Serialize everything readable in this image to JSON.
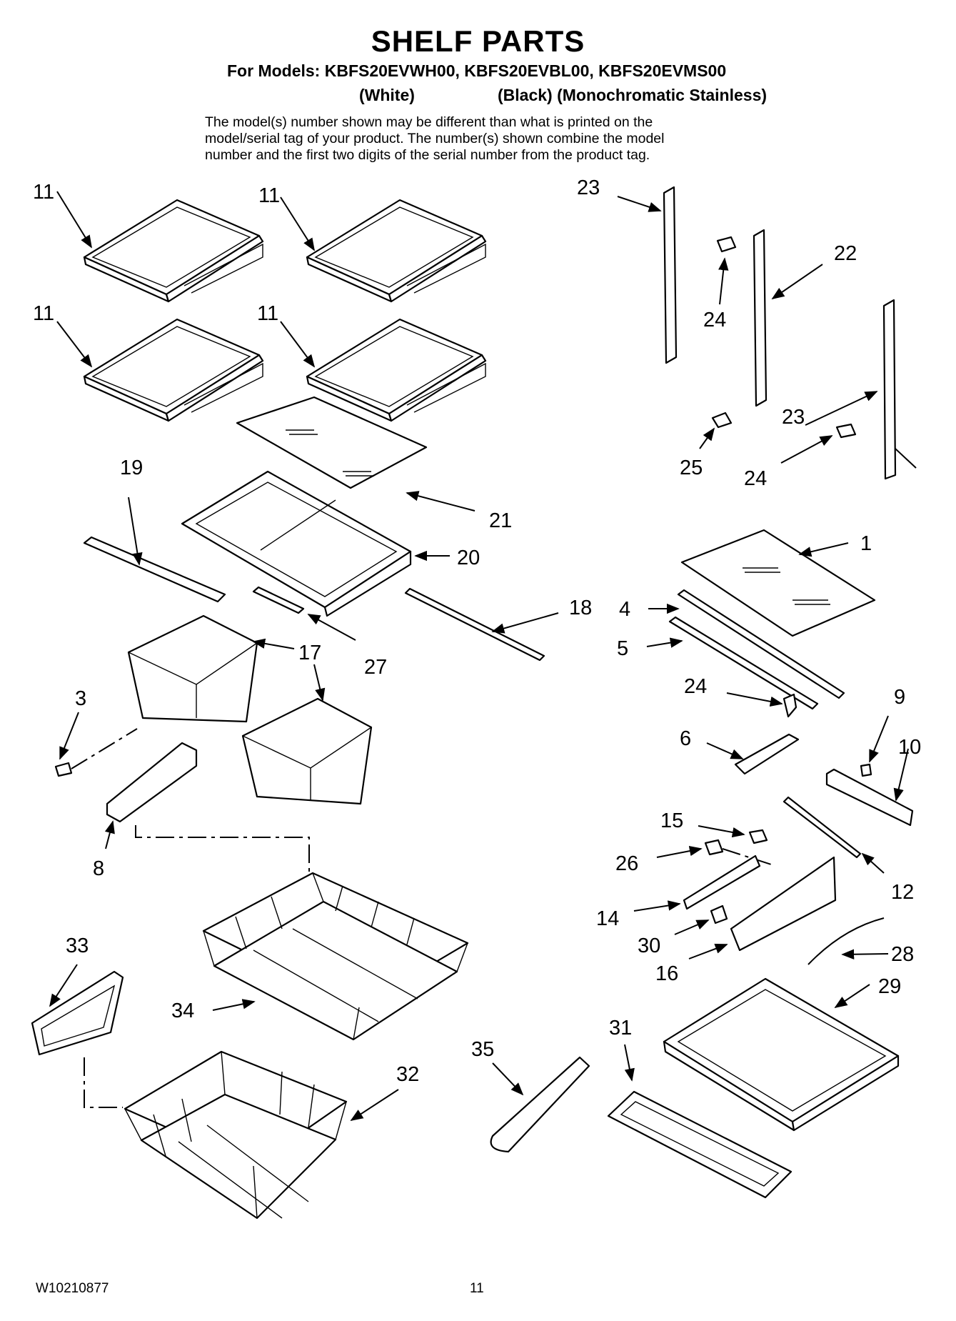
{
  "header": {
    "title": "SHELF PARTS",
    "models": "For Models: KBFS20EVWH00, KBFS20EVBL00, KBFS20EVMS00",
    "variant_white": "(White)",
    "variant_black_stainless": "(Black) (Monochromatic Stainless)",
    "note_lines": [
      "The model(s) number shown may be different than what is printed on the",
      "model/serial tag of your product. The number(s) shown combine the model",
      "number and the first two digits of the serial number from the product tag."
    ]
  },
  "callouts": {
    "shelf_tl": "11",
    "shelf_tr": "11",
    "shelf_bl": "11",
    "shelf_br": "11",
    "rail_23a": "23",
    "rail_22": "22",
    "screw_24a": "24",
    "rail_23b": "23",
    "screw_25": "25",
    "screw_24b": "24",
    "trim_19": "19",
    "frame_20": "20",
    "glass_21": "21",
    "rod_18": "18",
    "clip_27": "27",
    "glass_1": "1",
    "trim_4": "4",
    "trim_5": "5",
    "screw_24c": "24",
    "pan_17a": "17",
    "screw_3": "3",
    "bracket_8": "8",
    "bracket_6": "6",
    "clip_9": "9",
    "slide_10": "10",
    "rail_12": "12",
    "screw_15": "15",
    "screw_26": "26",
    "slide_14": "14",
    "clip_30": "30",
    "bracket_16": "16",
    "wire_28": "28",
    "tray_29": "29",
    "divider_33": "33",
    "basket_34": "34",
    "basket_32": "32",
    "handle_35": "35",
    "trim_31": "31"
  },
  "footer": {
    "doc_number": "W10210877",
    "page_number": "11"
  },
  "colors": {
    "ink": "#000000",
    "paper": "#ffffff"
  }
}
